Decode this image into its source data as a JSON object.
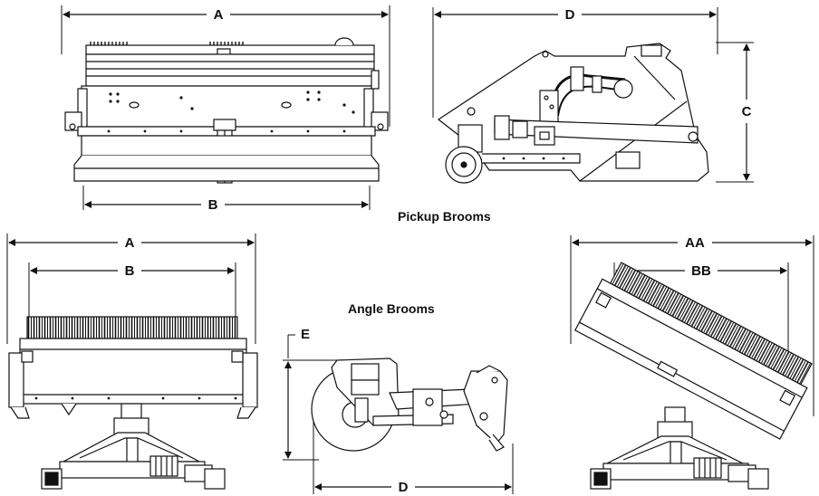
{
  "captions": {
    "pickup": "Pickup Brooms",
    "angle": "Angle Brooms"
  },
  "dimensions": {
    "pickup_front_width": "A",
    "pickup_front_brush": "B",
    "pickup_side_length": "D",
    "pickup_side_height": "C",
    "angle_front_width": "A",
    "angle_front_brush": "B",
    "angle_side_height": "E",
    "angle_side_length": "D",
    "angle_angled_width": "AA",
    "angle_angled_brush": "BB"
  },
  "colors": {
    "line": "#111111",
    "fill": "#ffffff",
    "shade": "#dcdcdc"
  }
}
